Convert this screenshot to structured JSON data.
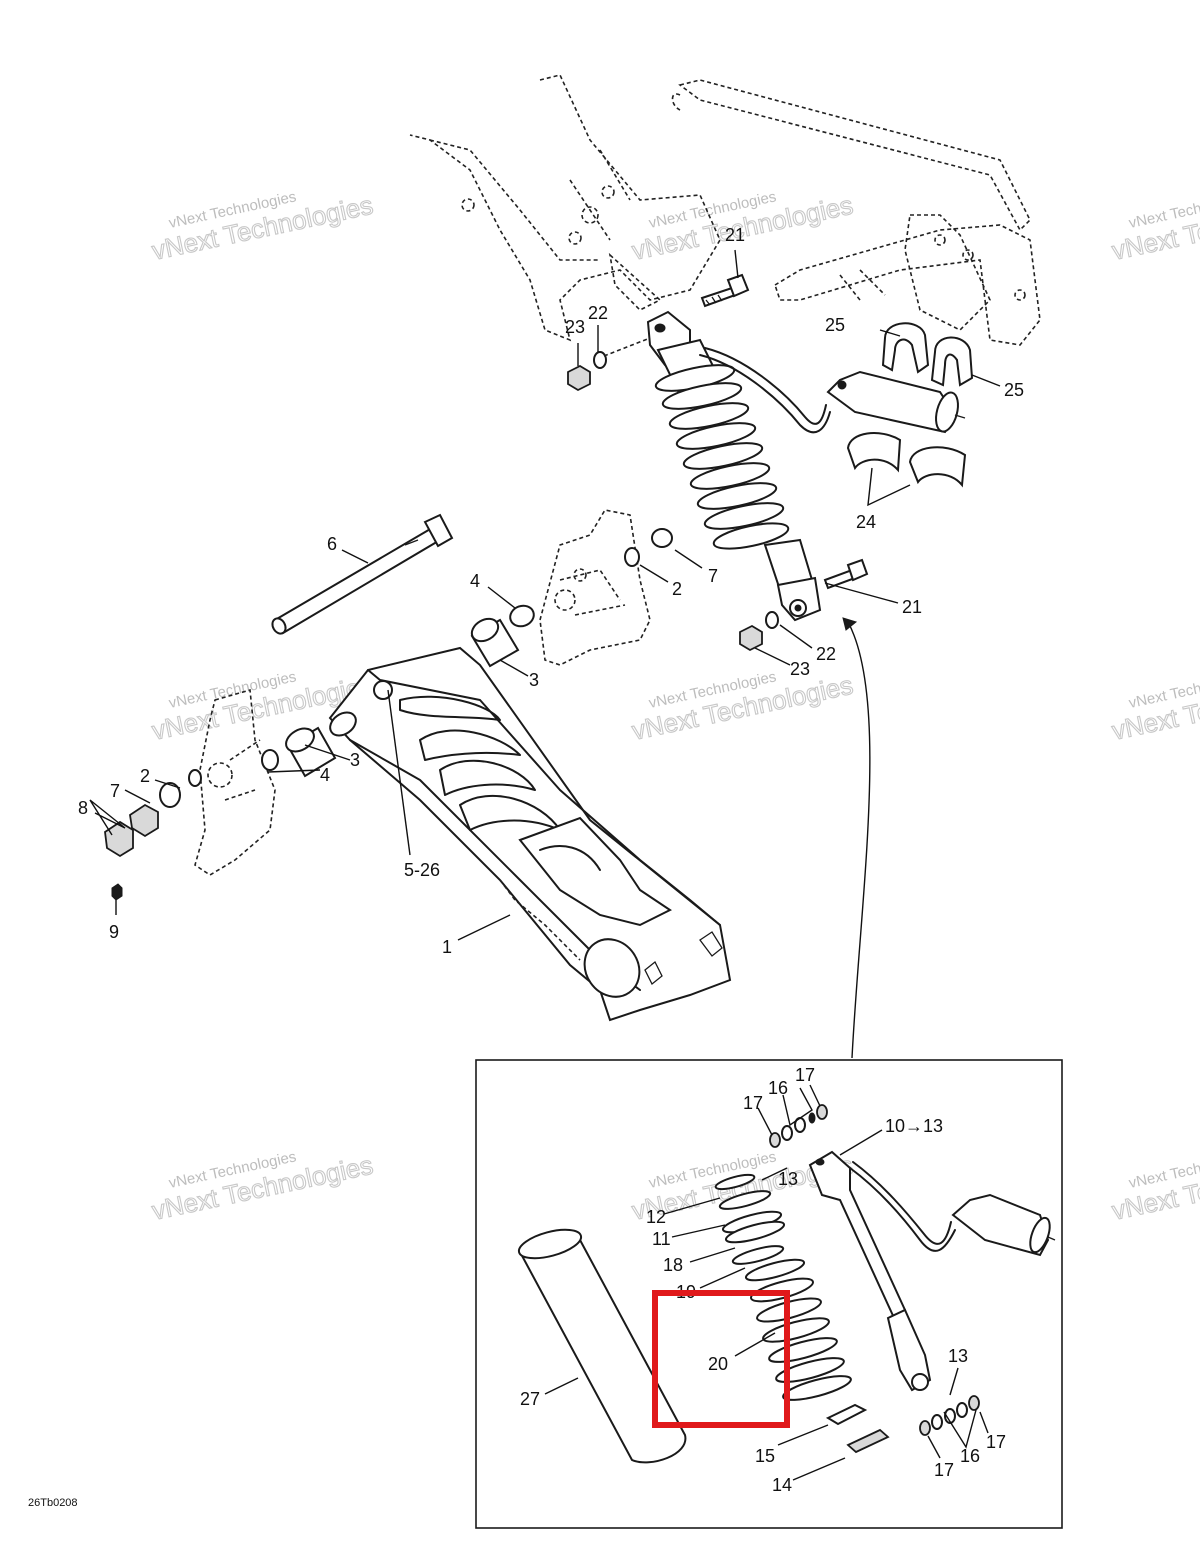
{
  "diagram": {
    "code": "26Tb0208",
    "highlight_color": "#e0191b",
    "watermark": {
      "line1": "vNext Technologies",
      "line2": "vNext Technologies"
    },
    "callouts": {
      "c1": "1",
      "c2a": "2",
      "c2b": "2",
      "c3a": "3",
      "c3b": "3",
      "c4a": "4",
      "c4b": "4",
      "c5_26": "5-26",
      "c6": "6",
      "c7a": "7",
      "c7b": "7",
      "c8": "8",
      "c9": "9",
      "c21a": "21",
      "c21b": "21",
      "c22a": "22",
      "c22b": "22",
      "c23a": "23",
      "c23b": "23",
      "c24": "24",
      "c25a": "25",
      "c25b": "25",
      "c10_13": "10→13",
      "c11": "11",
      "c12": "12",
      "c13a": "13",
      "c13b": "13",
      "c14": "14",
      "c15": "15",
      "c16a": "16",
      "c16b": "16",
      "c17a": "17",
      "c17b": "17",
      "c17c": "17",
      "c17d": "17",
      "c18": "18",
      "c19": "19",
      "c20": "20",
      "c27": "27"
    }
  }
}
